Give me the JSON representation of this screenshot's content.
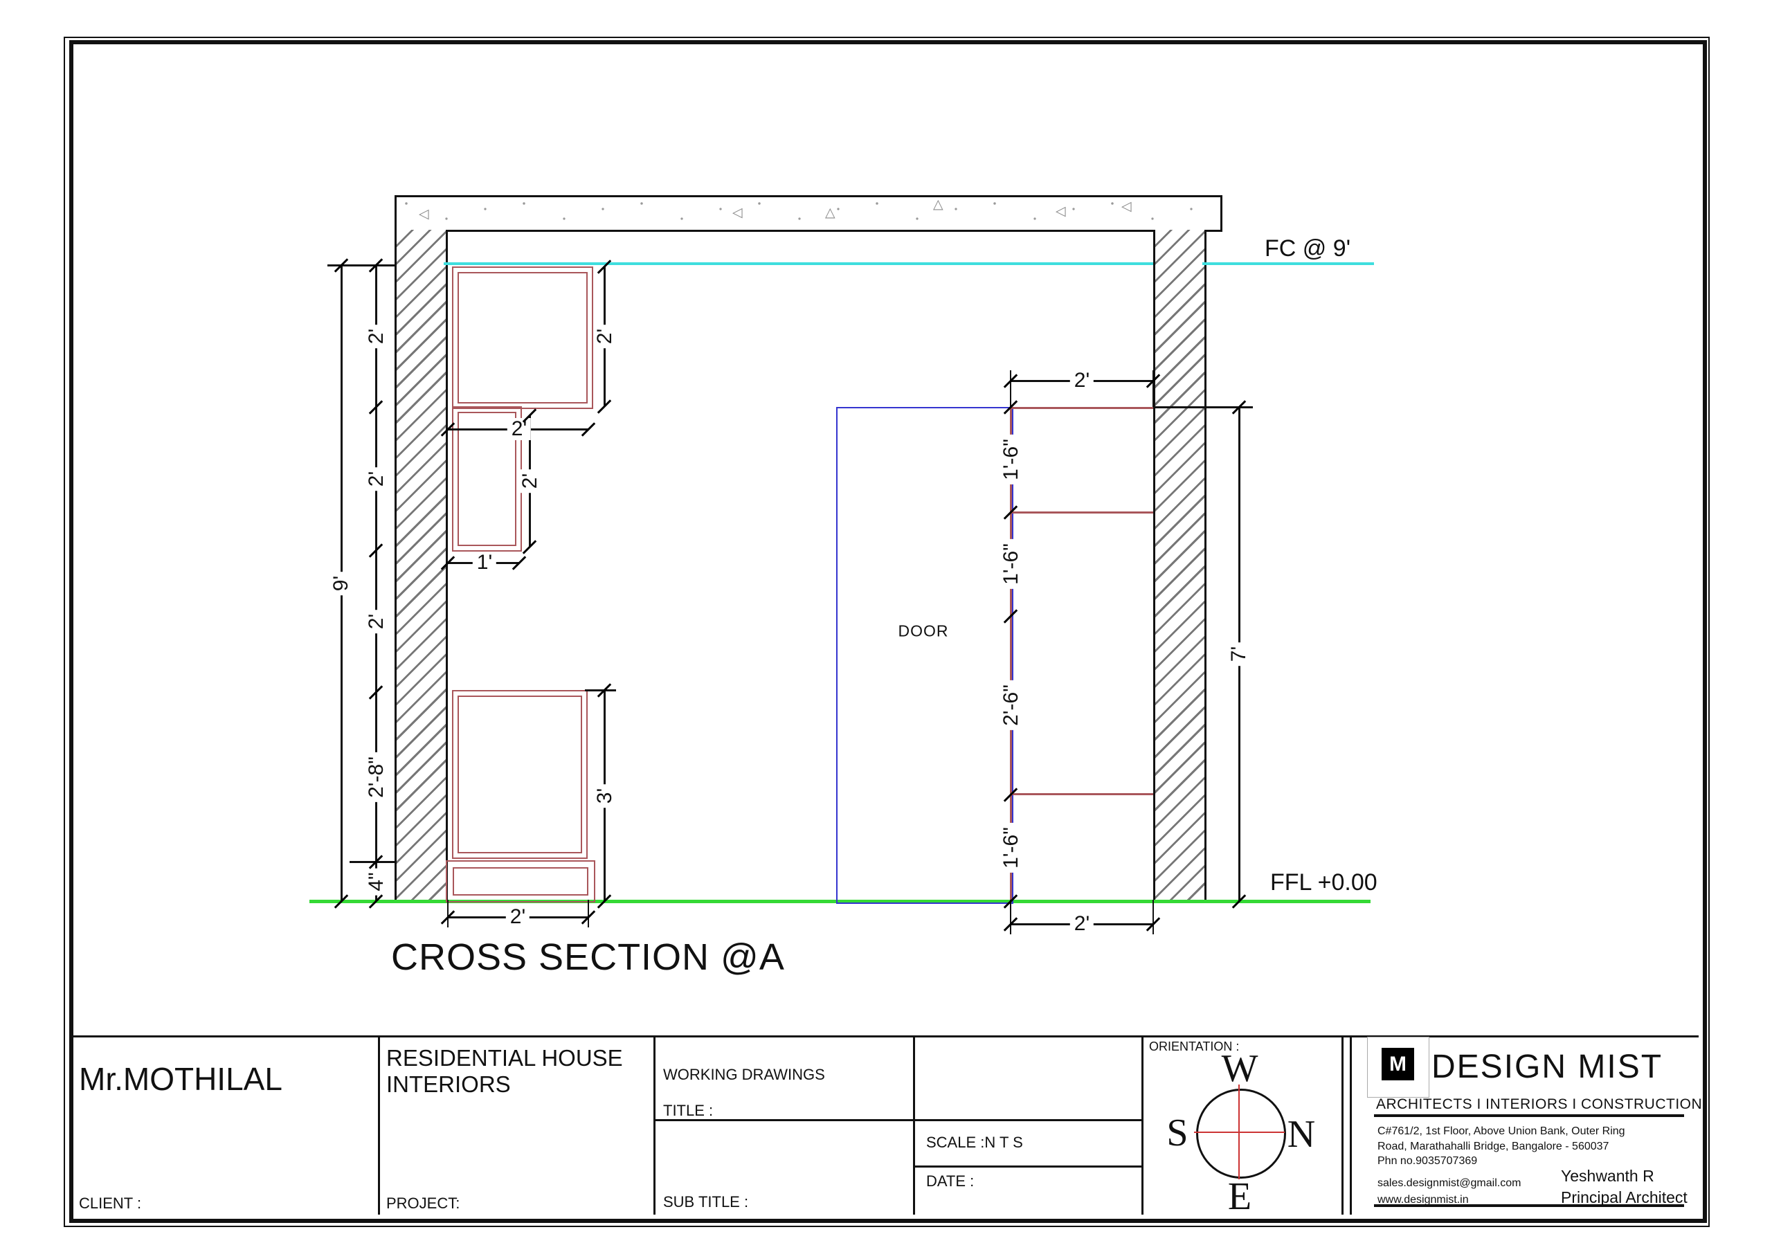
{
  "drawing": {
    "title": "CROSS SECTION @A",
    "labels": {
      "ceiling": "FC @ 9'",
      "floor": "FFL +0.00",
      "door": "DOOR"
    },
    "dims": {
      "overall_height": "9'",
      "door_height": "7'",
      "left_chain": [
        "2'",
        "2'",
        "2'",
        "2'-8\"",
        "4\""
      ],
      "cab1_h": "2'",
      "cab1_w": "2'",
      "cab2_h": "2'",
      "cab2_w": "1'",
      "cab3_h": "3'",
      "cab3_w": "2'",
      "right_top_w": "2'",
      "right_bottom_w": "2'",
      "right_chain": [
        "1'-6\"",
        "1'-6\"",
        "2'-6\"",
        "1'-6\""
      ]
    },
    "colors": {
      "ceiling_line": "#3fdede",
      "floor_line": "#35d935",
      "cabinet": "#a9565a",
      "door": "#3434cf",
      "compass_cross": "#cc3333"
    }
  },
  "titleblock": {
    "client_label": "CLIENT :",
    "client_name": "Mr.MOTHILAL",
    "project_label": "PROJECT:",
    "project_name": "RESIDENTIAL HOUSE INTERIORS",
    "drawing_type": "WORKING DRAWINGS",
    "title_label": "TITLE :",
    "subtitle_label": "SUB TITLE :",
    "scale": "SCALE :N T S",
    "date_label": "DATE :",
    "orientation_label": "ORIENTATION :",
    "compass": {
      "top": "W",
      "left": "S",
      "right": "N",
      "bottom": "E"
    },
    "firm": {
      "logo_letter": "M",
      "name": "DESIGN MIST",
      "tagline": "ARCHITECTS I INTERIORS I CONSTRUCTION",
      "address1": "C#761/2, 1st Floor, Above Union Bank, Outer Ring",
      "address2": "Road, Marathahalli Bridge, Bangalore - 560037",
      "address3": "Phn no.9035707369",
      "email": "sales.designmist@gmail.com",
      "website": "www.designmist.in",
      "architect": "Yeshwanth R",
      "role": "Principal Architect"
    }
  }
}
